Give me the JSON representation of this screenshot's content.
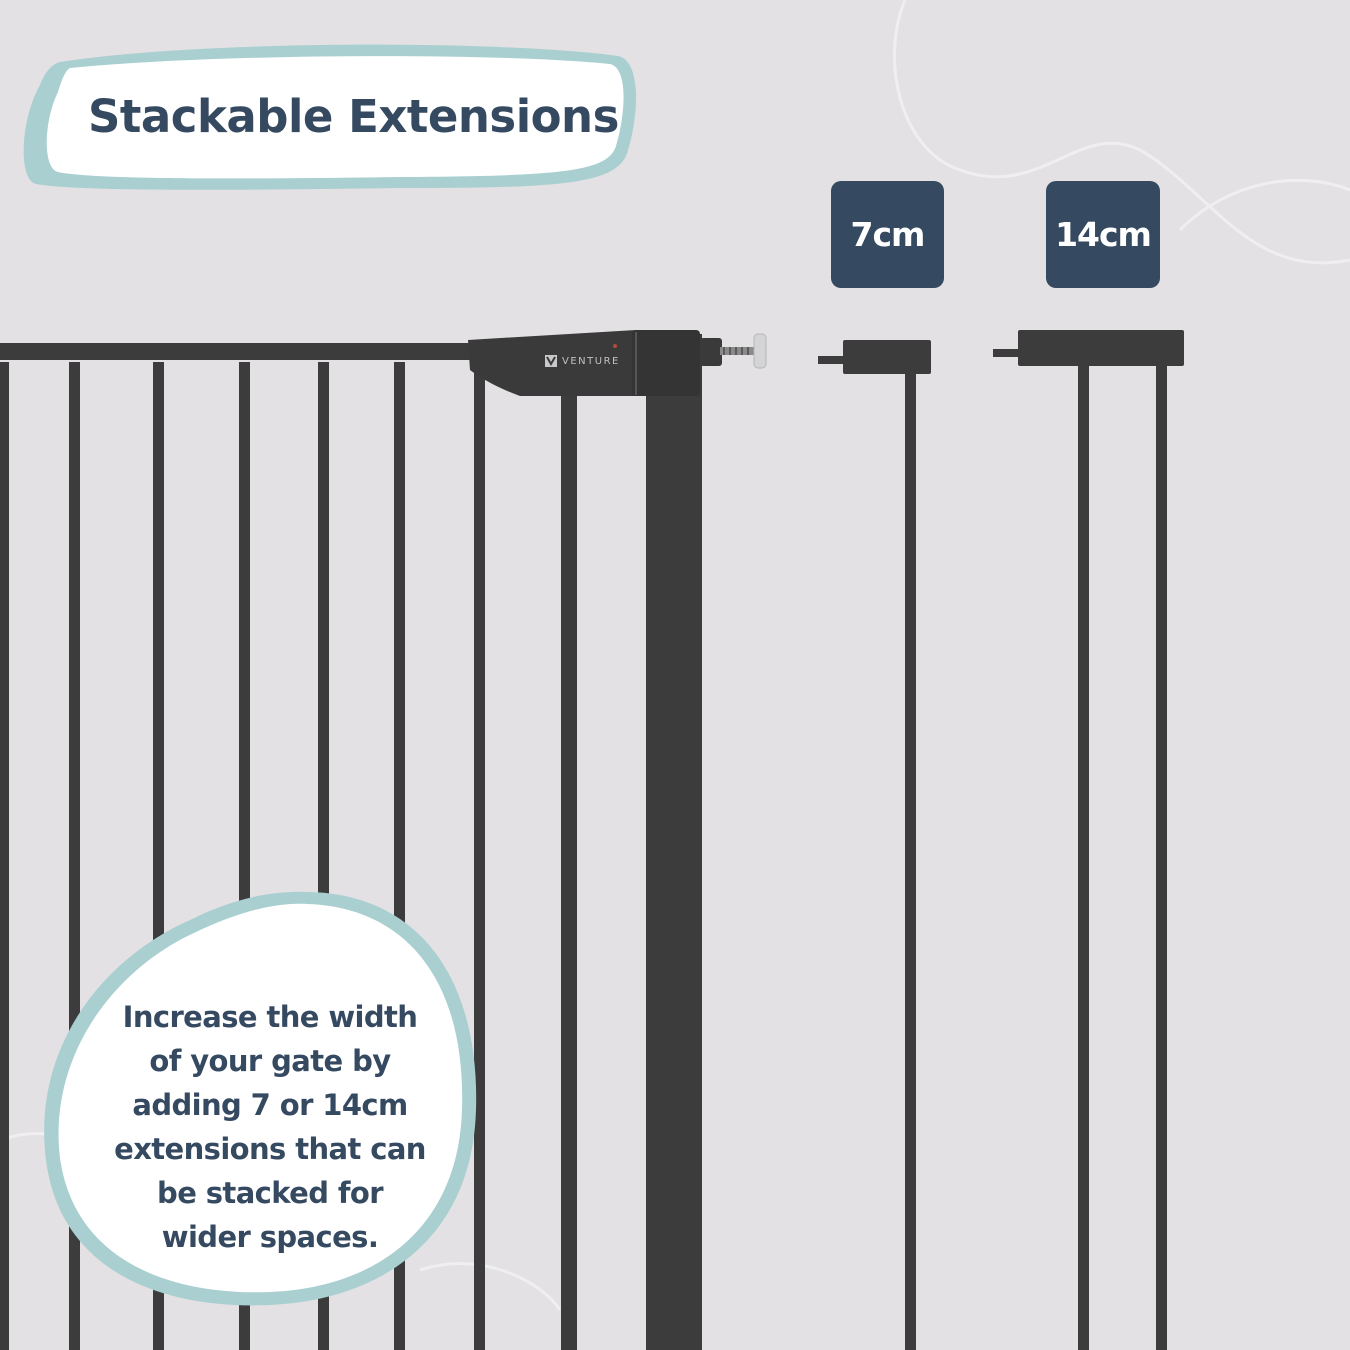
{
  "title": "Stackable Extensions",
  "extensions": [
    {
      "label": "7cm"
    },
    {
      "label": "14cm"
    }
  ],
  "brand": "VENTURE",
  "description_lines": [
    "Increase the width",
    "of your gate by",
    "adding 7 or 14cm",
    "extensions that can",
    "be stacked for",
    "wider spaces."
  ],
  "colors": {
    "background": "#e3e1e3",
    "accent_navy": "#354a60",
    "accent_teal": "#a9cfd0",
    "gate_metal": "#3c3c3c"
  }
}
